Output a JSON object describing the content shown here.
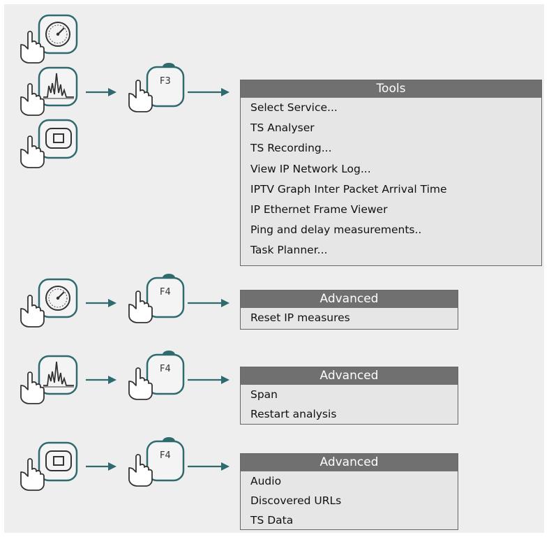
{
  "rows": [
    {
      "fkey": "F3",
      "menu": {
        "title": "Tools",
        "items": [
          "Select Service...",
          "TS Analyser",
          "TS Recording...",
          "View IP Network Log...",
          "IPTV Graph Inter Packet Arrival Time",
          "IP Ethernet Frame Viewer",
          "Ping and delay measurements..",
          "Task Planner..."
        ]
      }
    },
    {
      "fkey": "F4",
      "menu": {
        "title": "Advanced",
        "items": [
          "Reset IP measures"
        ]
      }
    },
    {
      "fkey": "F4",
      "menu": {
        "title": "Advanced",
        "items": [
          "Span",
          "Restart analysis"
        ]
      }
    },
    {
      "fkey": "F4",
      "menu": {
        "title": "Advanced",
        "items": [
          "Audio",
          "Discovered URLs",
          "TS Data"
        ]
      }
    }
  ],
  "icons": {
    "gauge": "gauge-icon",
    "spectrum": "spectrum-icon",
    "screen": "screen-icon",
    "hand": "pointing-hand-icon",
    "arrow": "right-arrow-icon"
  },
  "colors": {
    "teal": "#2f6a6e",
    "menu_title_bg": "#707070",
    "menu_bg": "#e6e6e6",
    "canvas_bg": "#eeeeee"
  }
}
